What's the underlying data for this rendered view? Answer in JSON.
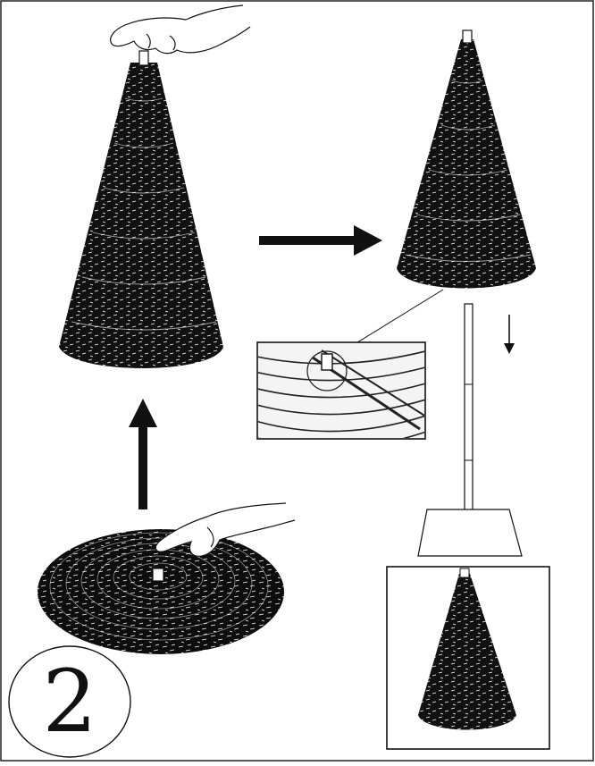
{
  "step": {
    "number": "2"
  },
  "colors": {
    "ink": "#111111",
    "paper": "#ffffff",
    "border": "#222222",
    "inset_fill": "#f4f4f4"
  },
  "illustrations": [
    {
      "name": "flat-coiled-tree",
      "icon": "coiled-garland-icon"
    },
    {
      "name": "hand-pressing-center",
      "icon": "hand-icon"
    },
    {
      "name": "lifted-cone-tree",
      "icon": "cone-tree-icon"
    },
    {
      "name": "hand-lifting-top",
      "icon": "hand-icon"
    },
    {
      "name": "cone-tree-on-pole-stand",
      "icon": "cone-tree-icon"
    },
    {
      "name": "detail-inset-hook",
      "icon": "magnifier-detail-icon"
    },
    {
      "name": "finished-tree-preview",
      "icon": "cone-tree-icon"
    }
  ],
  "arrows": [
    {
      "name": "arrow-up",
      "direction": "up"
    },
    {
      "name": "arrow-right",
      "direction": "right"
    },
    {
      "name": "arrow-down-small",
      "direction": "down"
    }
  ]
}
